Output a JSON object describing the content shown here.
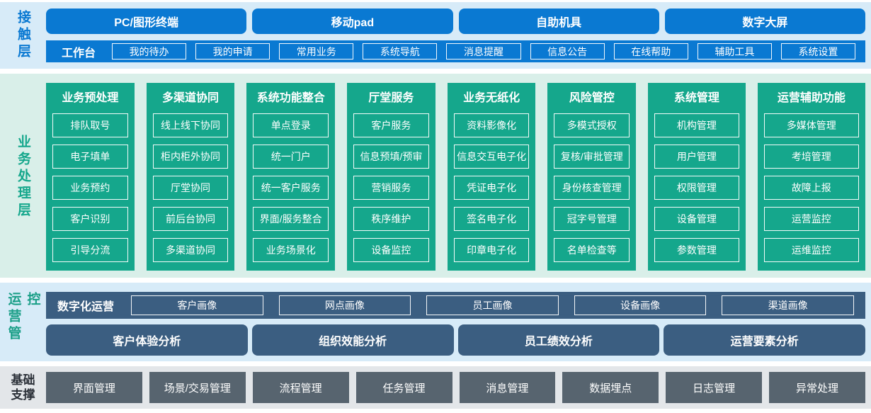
{
  "colors": {
    "blue": "#0a79d2",
    "lightblue": "#d7ebf8",
    "green": "#15a78c",
    "lightgreen": "#d9efe9",
    "teal": "#1b9f88",
    "navy": "#3b5e81",
    "lightgray": "#e3e6e9",
    "gray": "#57646f",
    "dark": "#2b3038"
  },
  "contact": {
    "label": "接触层",
    "terminals": [
      "PC/图形终端",
      "移动pad",
      "自助机具",
      "数字大屏"
    ],
    "workbench": {
      "title": "工作台",
      "items": [
        "我的待办",
        "我的申请",
        "常用业务",
        "系统导航",
        "消息提醒",
        "信息公告",
        "在线帮助",
        "辅助工具",
        "系统设置"
      ]
    }
  },
  "business": {
    "label": "业务处理层",
    "columns": [
      {
        "title": "业务预处理",
        "items": [
          "排队取号",
          "电子填单",
          "业务预约",
          "客户识别",
          "引导分流"
        ]
      },
      {
        "title": "多渠道协同",
        "items": [
          "线上线下协同",
          "柜内柜外协同",
          "厅堂协同",
          "前后台协同",
          "多渠道协同"
        ]
      },
      {
        "title": "系统功能整合",
        "items": [
          "单点登录",
          "统一门户",
          "统一客户服务",
          "界面/服务整合",
          "业务场景化"
        ]
      },
      {
        "title": "厅堂服务",
        "items": [
          "客户服务",
          "信息预填/预审",
          "营销服务",
          "秩序维护",
          "设备监控"
        ]
      },
      {
        "title": "业务无纸化",
        "items": [
          "资料影像化",
          "信息交互电子化",
          "凭证电子化",
          "签名电子化",
          "印章电子化"
        ]
      },
      {
        "title": "风险管控",
        "items": [
          "多模式授权",
          "复核/审批管理",
          "身份核查管理",
          "冠字号管理",
          "名单检查等"
        ]
      },
      {
        "title": "系统管理",
        "items": [
          "机构管理",
          "用户管理",
          "权限管理",
          "设备管理",
          "参数管理"
        ]
      },
      {
        "title": "运营辅助功能",
        "items": [
          "多媒体管理",
          "考培管理",
          "故障上报",
          "运营监控",
          "运维监控"
        ]
      }
    ]
  },
  "operations": {
    "label": "运营管控",
    "digital": {
      "title": "数字化运营",
      "items": [
        "客户画像",
        "网点画像",
        "员工画像",
        "设备画像",
        "渠道画像"
      ]
    },
    "analysis": [
      "客户体验分析",
      "组织效能分析",
      "员工绩效分析",
      "运营要素分析"
    ]
  },
  "base": {
    "label": "基础支撑",
    "items": [
      "界面管理",
      "场景/交易管理",
      "流程管理",
      "任务管理",
      "消息管理",
      "数据埋点",
      "日志管理",
      "异常处理"
    ]
  }
}
